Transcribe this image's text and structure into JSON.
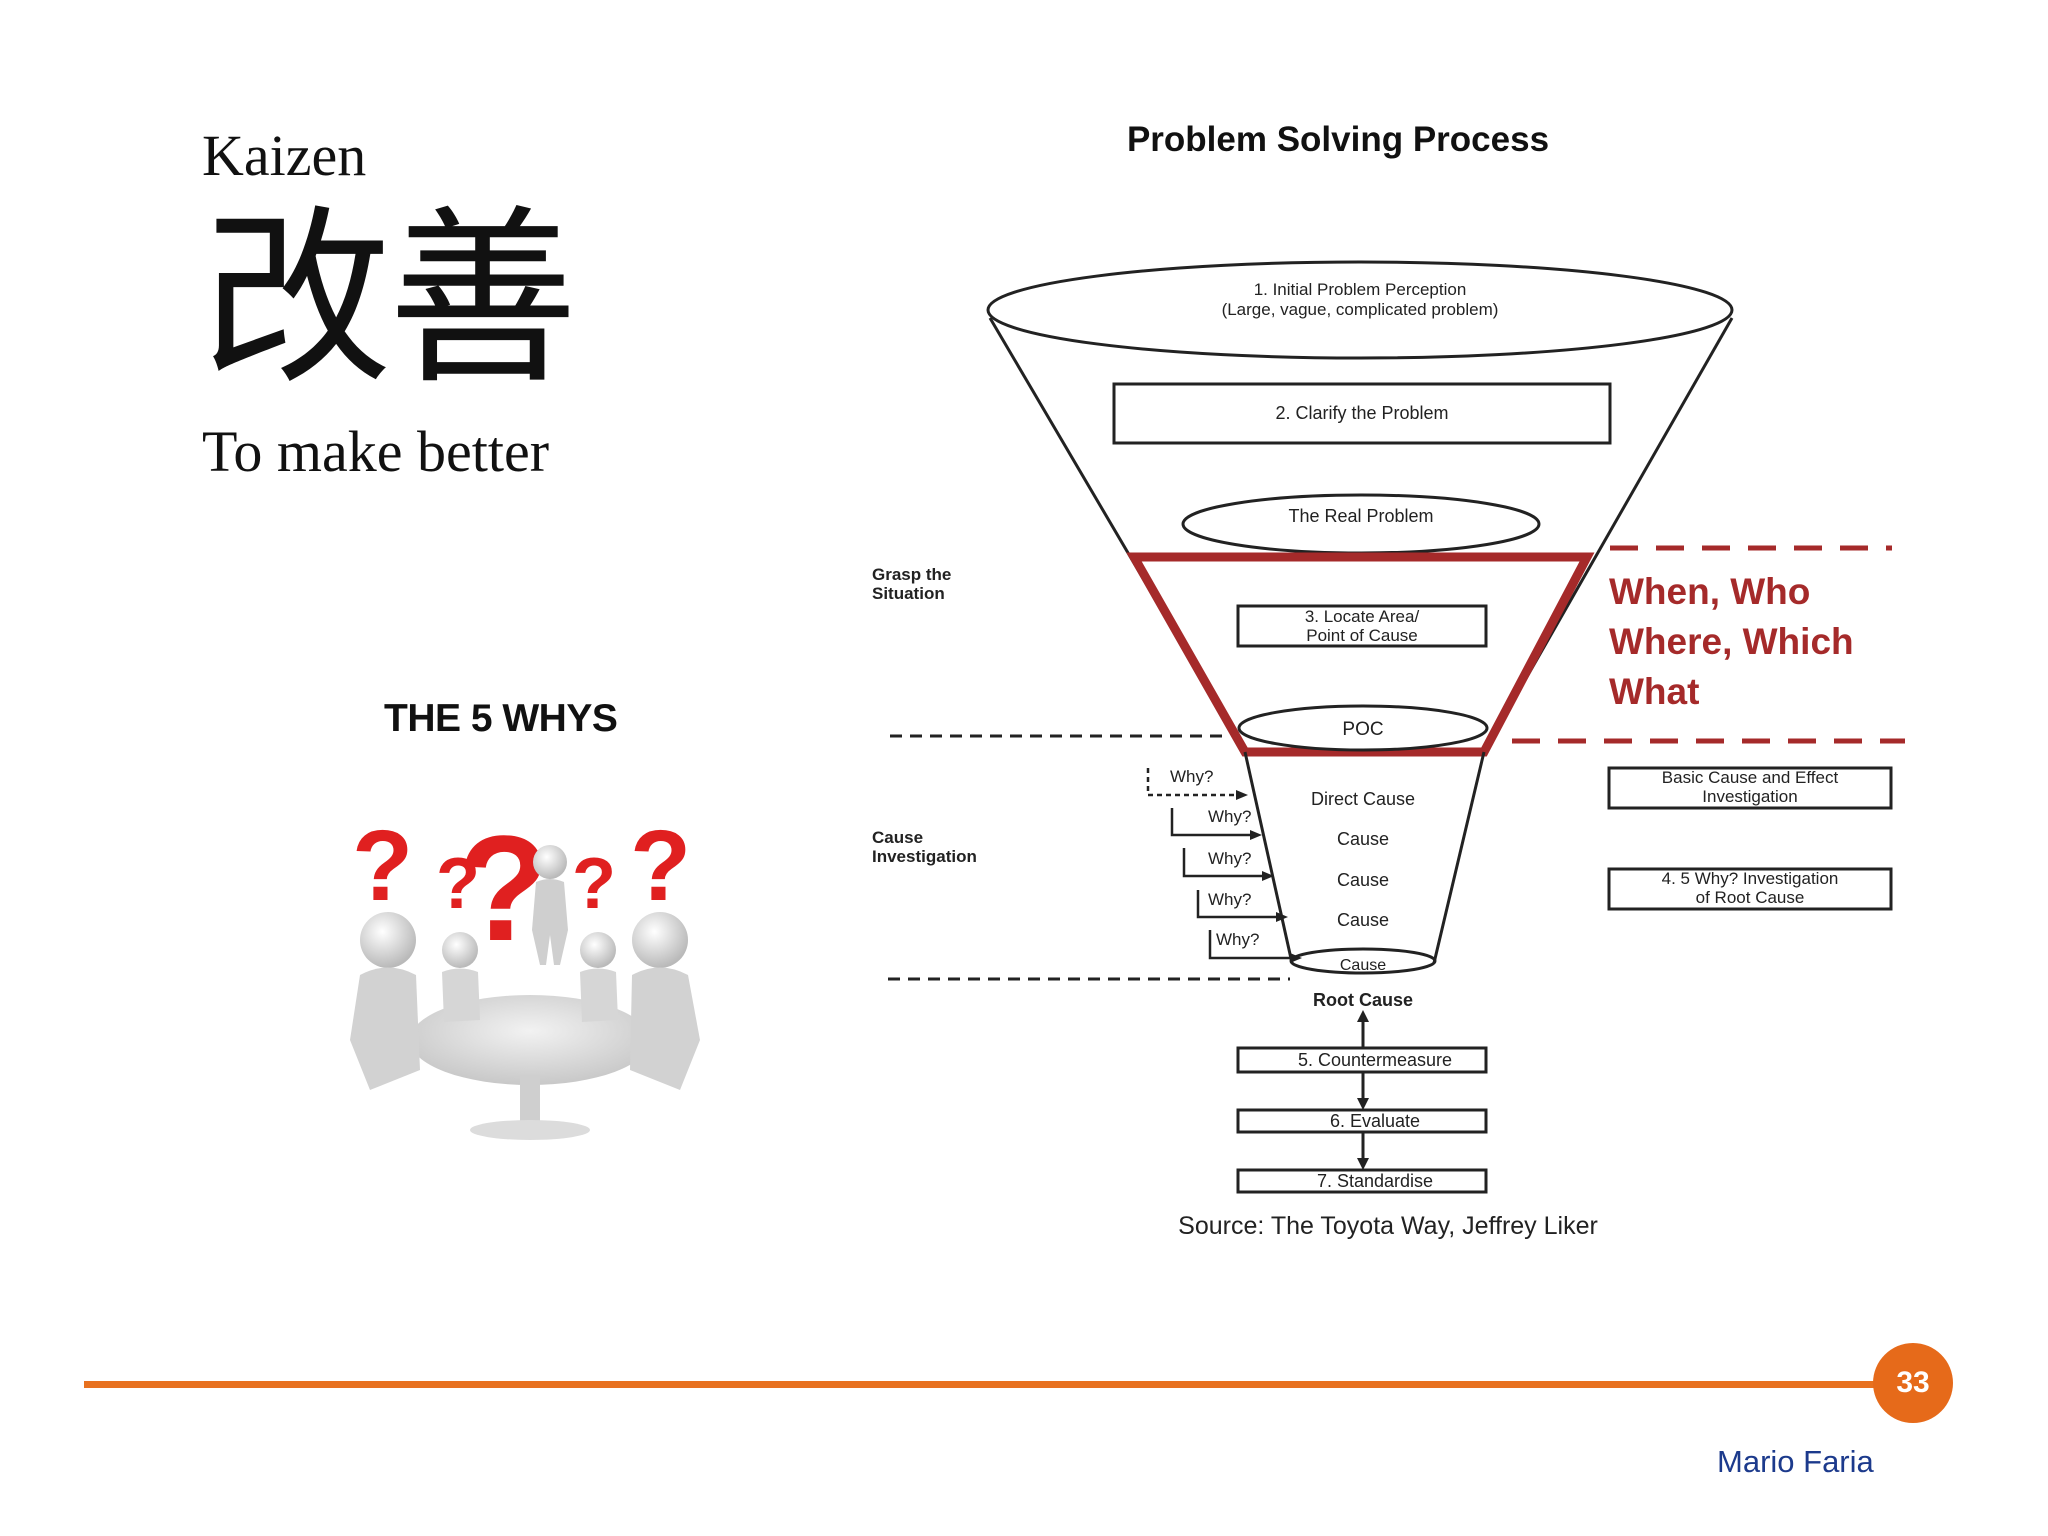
{
  "left": {
    "kaizen_title": "Kaizen",
    "kaizen_kanji": "改善",
    "kaizen_subtitle": "To make better",
    "five_whys_title": "THE 5 WHYS"
  },
  "diagram": {
    "title": "Problem Solving Process",
    "step1_line1": "1. Initial Problem Perception",
    "step1_line2": "(Large, vague, complicated problem)",
    "step2": "2. Clarify the Problem",
    "real_problem": "The Real Problem",
    "grasp_line1": "Grasp the",
    "grasp_line2": "Situation",
    "step3_line1": "3. Locate Area/",
    "step3_line2": "Point of Cause",
    "poc": "POC",
    "annotation_line1": "When, Who",
    "annotation_line2": "Where, Which",
    "annotation_line3": "What",
    "basic_line1": "Basic Cause and Effect",
    "basic_line2": "Investigation",
    "cause_line1": "Cause",
    "cause_line2": "Investigation",
    "why_labels": [
      "Why?",
      "Why?",
      "Why?",
      "Why?",
      "Why?"
    ],
    "cause_labels": [
      "Direct Cause",
      "Cause",
      "Cause",
      "Cause",
      "Cause"
    ],
    "step4_line1": "4. 5 Why? Investigation",
    "step4_line2": "of Root Cause",
    "root_cause": "Root Cause",
    "step5": "5. Countermeasure",
    "step6": "6. Evaluate",
    "step7": "7. Standardise",
    "source": "Source: The Toyota Way, Jeffrey Liker"
  },
  "footer": {
    "page_number": "33",
    "author": "Mario Faria"
  },
  "colors": {
    "accent_orange": "#e8711f",
    "highlight_red": "#a52a2a",
    "author_blue": "#1c3a8c"
  }
}
